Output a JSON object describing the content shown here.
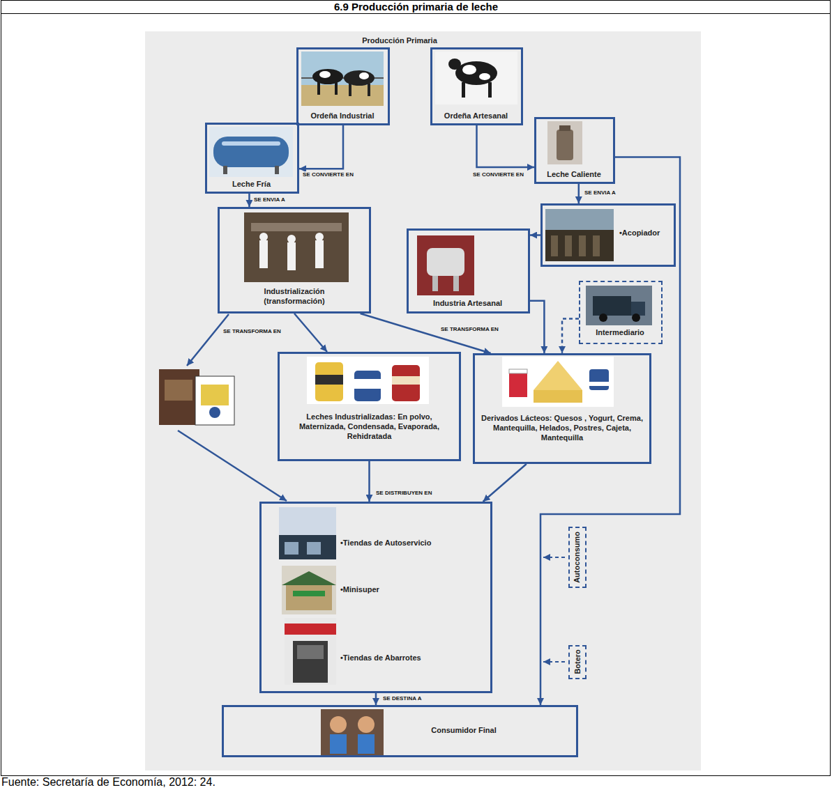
{
  "diagram": {
    "title": "6.9 Producción primaria de leche",
    "caption": "Fuente: Secretaría de Economía, 2012: 24.",
    "nodes": [
      {
        "text": [
          "Ordeña Industrial"
        ]
      },
      {
        "text": [
          "Ordeña Artesanal"
        ]
      },
      {
        "text": [
          "Leche Fría"
        ]
      },
      {
        "text": [
          "Leche Caliente"
        ]
      },
      {
        "text": [
          "Industrialización (transformación)"
        ]
      },
      {
        "text": [
          "•Acopiador"
        ]
      },
      {
        "text": [
          "Industria Artesanal"
        ]
      },
      {
        "text": [
          "Intermediario"
        ]
      },
      {
        "text": [
          "Leches Industrializadas: En polvo, Maternizada, Condensada, Evaporada, Rehidratada"
        ]
      },
      {
        "text": [
          "Derivados Lácteos: Quesos , Yogurt, Crema, Mantequilla, Helados, Postres, Cajeta, Mantequilla"
        ]
      },
      {
        "text": [
          "•Tiendas de Autoservicio",
          "•Minisuper",
          "•Tiendas de Abarrotes"
        ]
      },
      {
        "text": [
          "Autoconsumo"
        ]
      },
      {
        "text": [
          "Botero"
        ]
      },
      {
        "text": [
          "Consumidor Final"
        ]
      }
    ],
    "edges": [
      {
        "from": 0,
        "to": 2,
        "arrow": "to",
        "label": "SE CONVIERTE EN"
      },
      {
        "from": 1,
        "to": 3,
        "arrow": "to",
        "label": "SE CONVIERTE EN"
      },
      {
        "from": 2,
        "to": 4,
        "arrow": "to",
        "label": "SE ENVIA A"
      },
      {
        "from": 3,
        "to": 5,
        "arrow": "to",
        "label": "SE ENVIA A"
      },
      {
        "from": 5,
        "to": 6,
        "arrow": "to"
      },
      {
        "from": 4,
        "to": 8,
        "arrow": "to",
        "label": "SE TRANSFORMA EN"
      },
      {
        "from": 4,
        "to": 9,
        "arrow": "to",
        "label": "SE TRANSFORMA EN"
      },
      {
        "from": 6,
        "to": 9,
        "arrow": "to"
      },
      {
        "from": 7,
        "to": 9,
        "arrow": "to"
      },
      {
        "from": 8,
        "to": 10,
        "arrow": "to",
        "label": "SE DISTRIBUYEN EN"
      },
      {
        "from": 9,
        "to": 10,
        "arrow": "to"
      },
      {
        "from": 10,
        "to": 13,
        "arrow": "to",
        "label": "SE DESTINA A"
      },
      {
        "from": 3,
        "to": 13,
        "arrow": "to"
      }
    ],
    "labels": [
      "Producción Primaria"
    ]
  }
}
